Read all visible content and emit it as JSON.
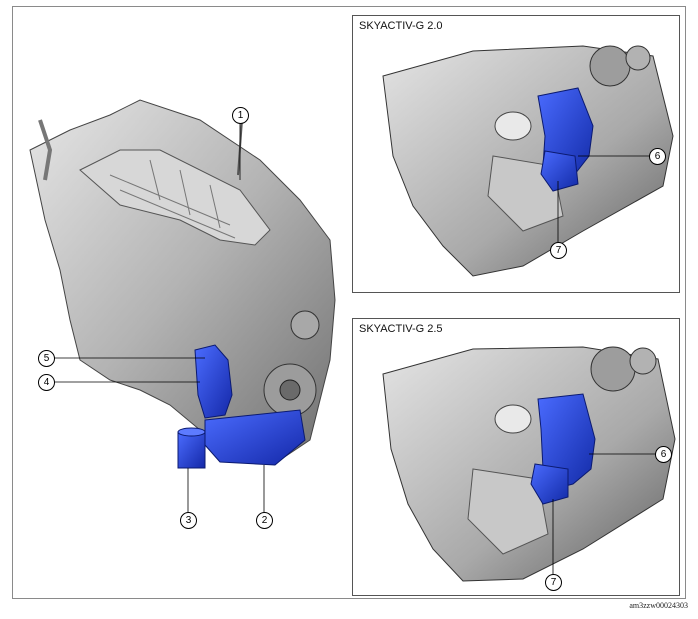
{
  "panels": {
    "top_title": "SKYACTIV-G 2.0",
    "bottom_title": "SKYACTIV-G 2.5"
  },
  "callouts": {
    "main": [
      "1",
      "2",
      "3",
      "4",
      "5"
    ],
    "top": [
      "6",
      "7"
    ],
    "bottom": [
      "6",
      "7"
    ]
  },
  "image_id": "am3zzw00024303",
  "colors": {
    "highlight_blue": "#1f3fd6",
    "engine_grey": "#b9b9b9",
    "frame_border": "#8a8a8a"
  }
}
